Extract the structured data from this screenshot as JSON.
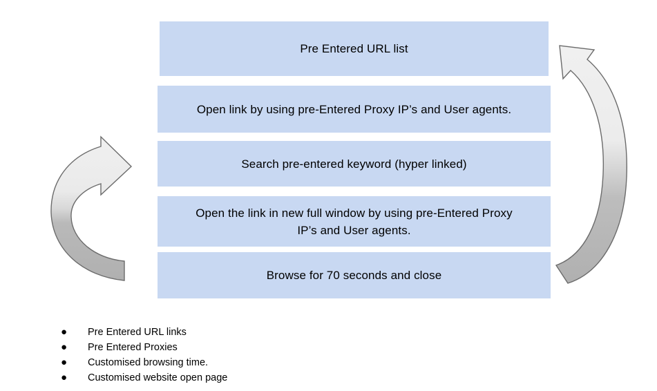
{
  "diagram": {
    "type": "cyclic-process-flow",
    "box_fill_color": "#c8d8f2",
    "arrow_fill_top_color": "#ededed",
    "arrow_fill_bottom_color": "#b3b3b3",
    "arrow_stroke_color": "#666666",
    "steps": [
      {
        "id": "step-1",
        "label": "Pre Entered URL list"
      },
      {
        "id": "step-2",
        "label": "Open link by using pre-Entered Proxy IP’s and User agents."
      },
      {
        "id": "step-3",
        "label": "Search pre-entered keyword (hyper linked)"
      },
      {
        "id": "step-4",
        "line_1": "Open the link in new full window by using pre-Entered Proxy",
        "line_2": "IP’s and User agents."
      },
      {
        "id": "step-5",
        "label": "Browse for 70 seconds and close"
      }
    ],
    "arrows": [
      {
        "id": "arrow-left",
        "name": "loop-back-arrow-left",
        "direction": "up-right",
        "icon": "curved-arrow-icon"
      },
      {
        "id": "arrow-right",
        "name": "loop-back-arrow-right",
        "direction": "up-left",
        "icon": "curved-arrow-icon"
      }
    ]
  },
  "features": {
    "bullet_glyph": "●",
    "items": [
      {
        "label": "Pre Entered URL links"
      },
      {
        "label": "Pre Entered Proxies"
      },
      {
        "label": "Customised browsing time."
      },
      {
        "label": "Customised website open page"
      }
    ]
  }
}
